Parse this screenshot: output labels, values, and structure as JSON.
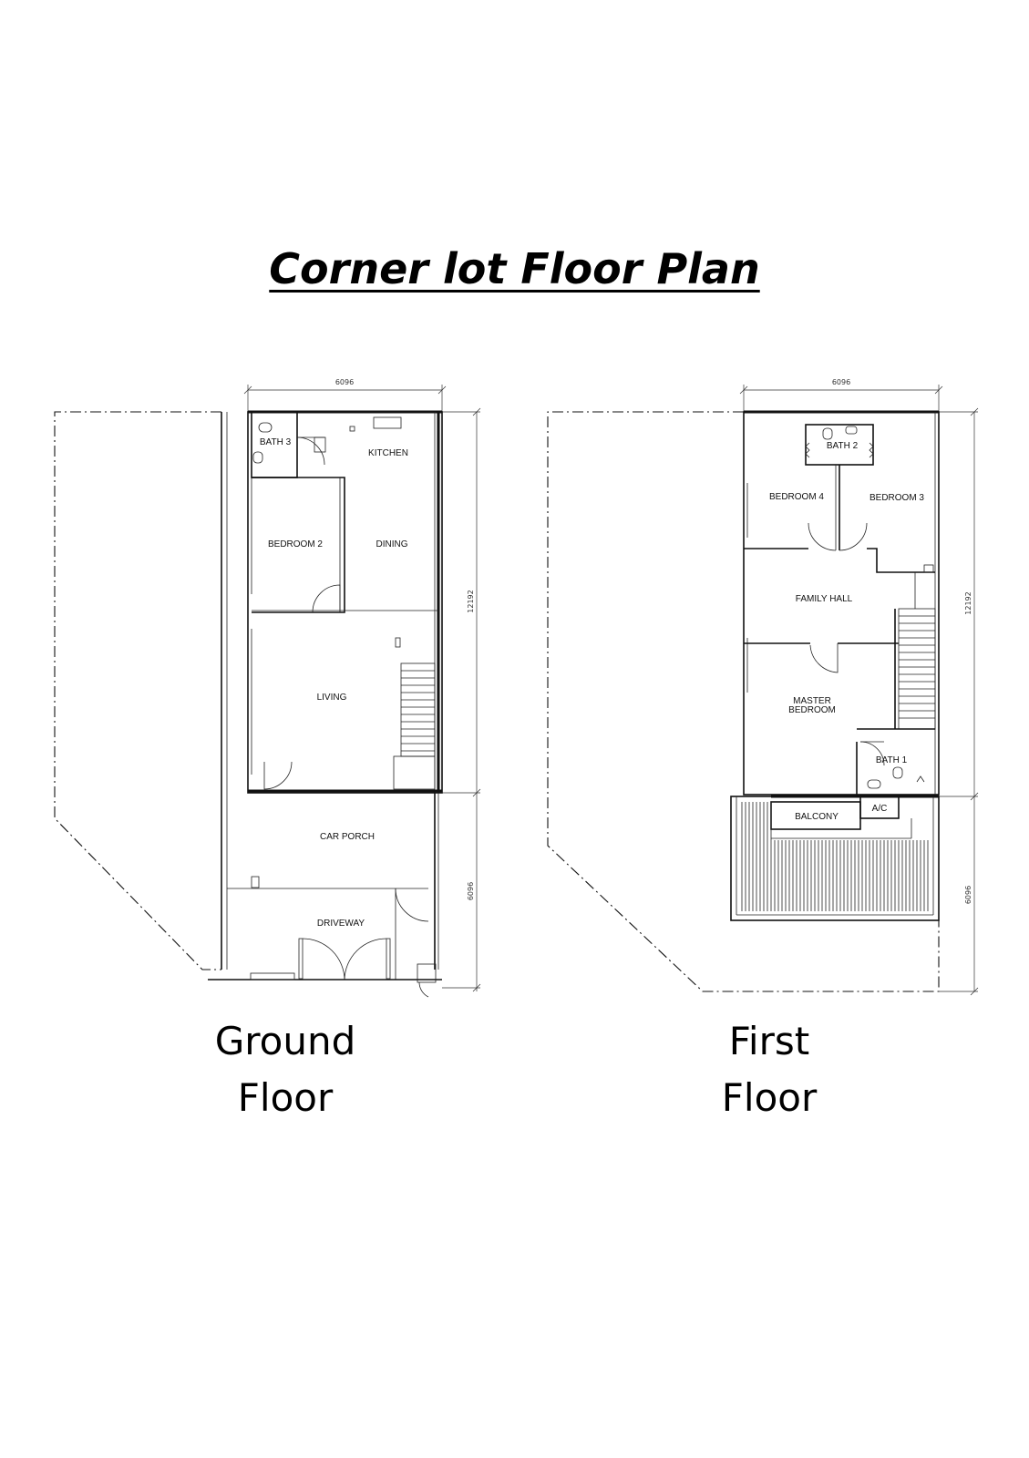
{
  "title": "Corner lot Floor Plan",
  "ground_floor": {
    "caption_line1": "Ground",
    "caption_line2": "Floor",
    "dim_width": "6096",
    "dim_main_depth": "12192",
    "dim_front_depth": "6096",
    "rooms": {
      "bath3": "BATH 3",
      "kitchen": "KITCHEN",
      "bedroom2": "BEDROOM 2",
      "dining": "DINING",
      "living": "LIVING",
      "car_porch": "CAR PORCH",
      "driveway": "DRIVEWAY"
    }
  },
  "first_floor": {
    "caption_line1": "First",
    "caption_line2": "Floor",
    "dim_width": "6096",
    "dim_main_depth": "12192",
    "dim_front_depth": "6096",
    "rooms": {
      "bath2": "BATH 2",
      "bedroom4": "BEDROOM 4",
      "bedroom3": "BEDROOM 3",
      "family_hall": "FAMILY HALL",
      "master_line1": "MASTER",
      "master_line2": "BEDROOM",
      "bath1": "BATH 1",
      "balcony": "BALCONY",
      "ac": "A/C"
    }
  }
}
